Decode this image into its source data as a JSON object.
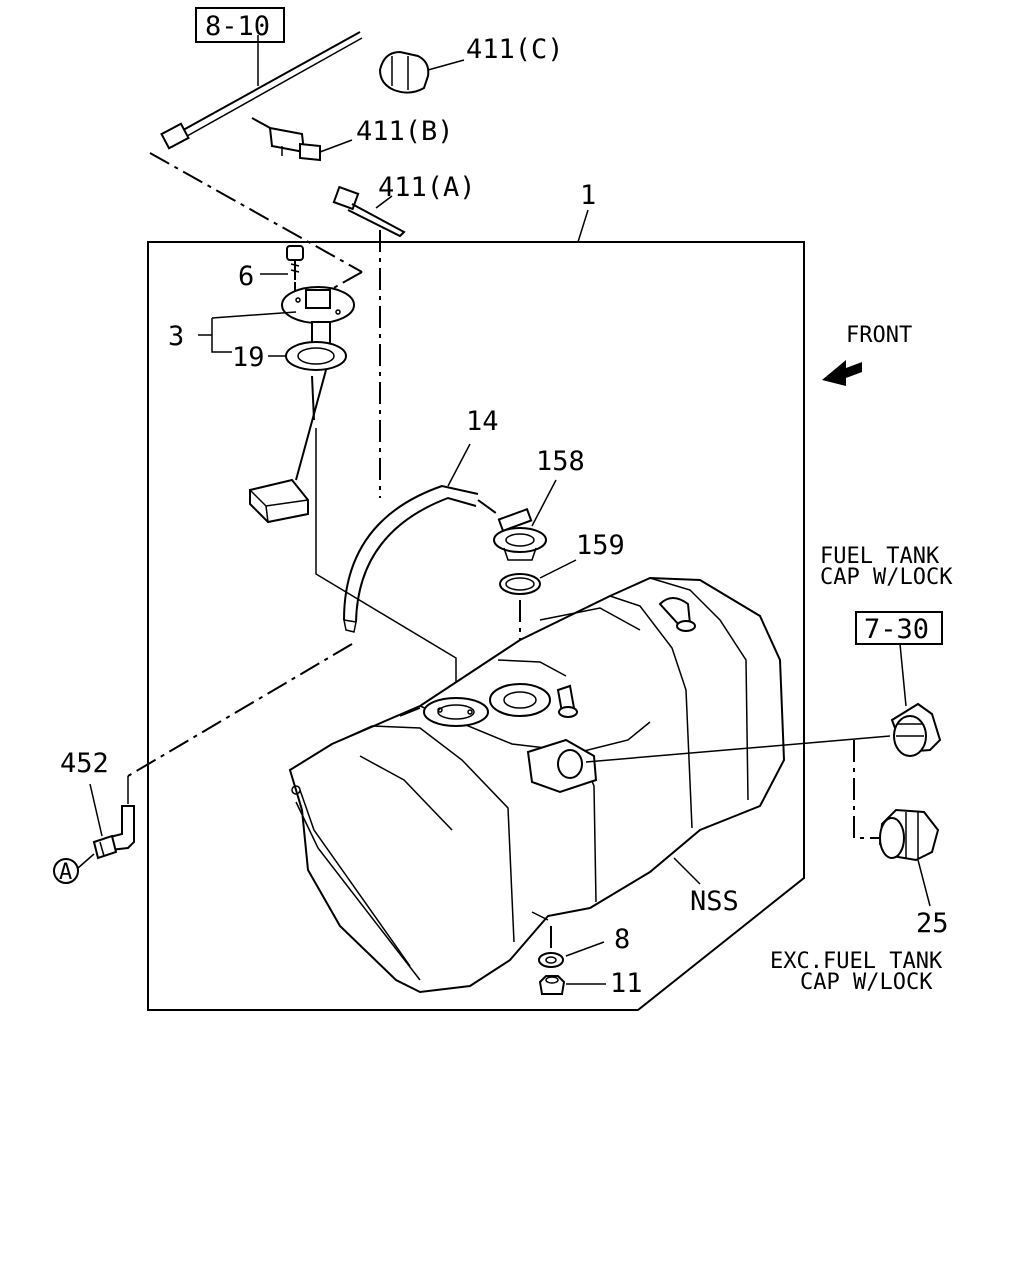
{
  "callouts": {
    "ref_8_10": "8-10",
    "ref_7_30": "7-30",
    "p411c": "411(C)",
    "p411b": "411(B)",
    "p411a": "411(A)",
    "p1": "1",
    "p6": "6",
    "p3": "3",
    "p19": "19",
    "p14": "14",
    "p158": "158",
    "p159": "159",
    "p452": "452",
    "pA": "A",
    "nss": "NSS",
    "p8": "8",
    "p11": "11",
    "p25": "25"
  },
  "notes": {
    "front": "FRONT",
    "cap_lock_1": "FUEL TANK",
    "cap_lock_2": "CAP W/LOCK",
    "exc_1": "EXC.FUEL TANK",
    "exc_2": "CAP W/LOCK"
  }
}
